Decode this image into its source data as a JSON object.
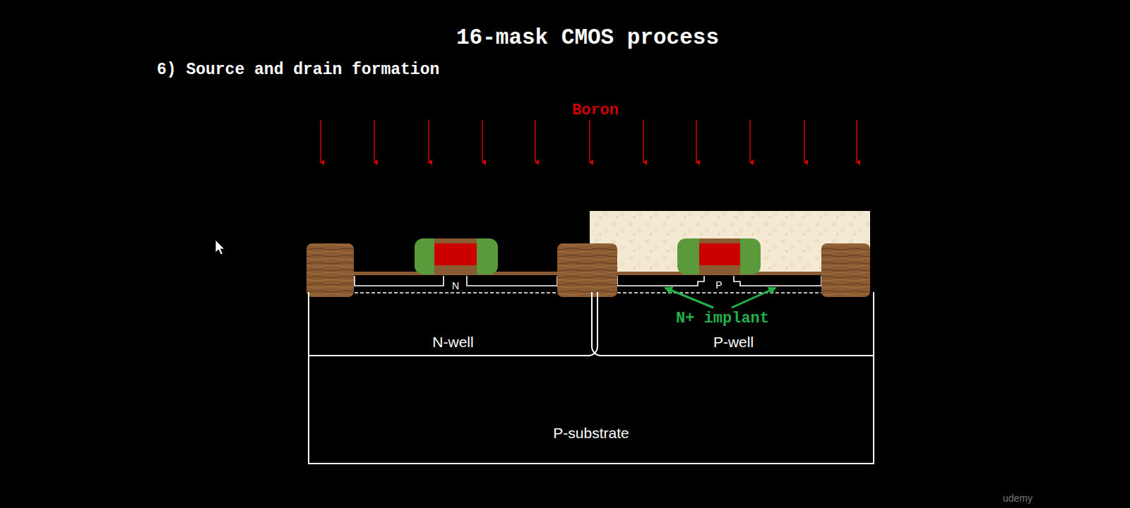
{
  "diagram": {
    "title": "16-mask CMOS process",
    "nodes": [
      {
        "text": [
          "P-substrate"
        ]
      },
      {
        "text": [
          "N-well"
        ],
        "in": 0
      },
      {
        "text": [
          "P-well"
        ],
        "in": 0
      }
    ],
    "labels": [
      "6) Source and drain formation",
      "Boron",
      "N",
      "P",
      "N+ implant",
      "udemy"
    ]
  }
}
